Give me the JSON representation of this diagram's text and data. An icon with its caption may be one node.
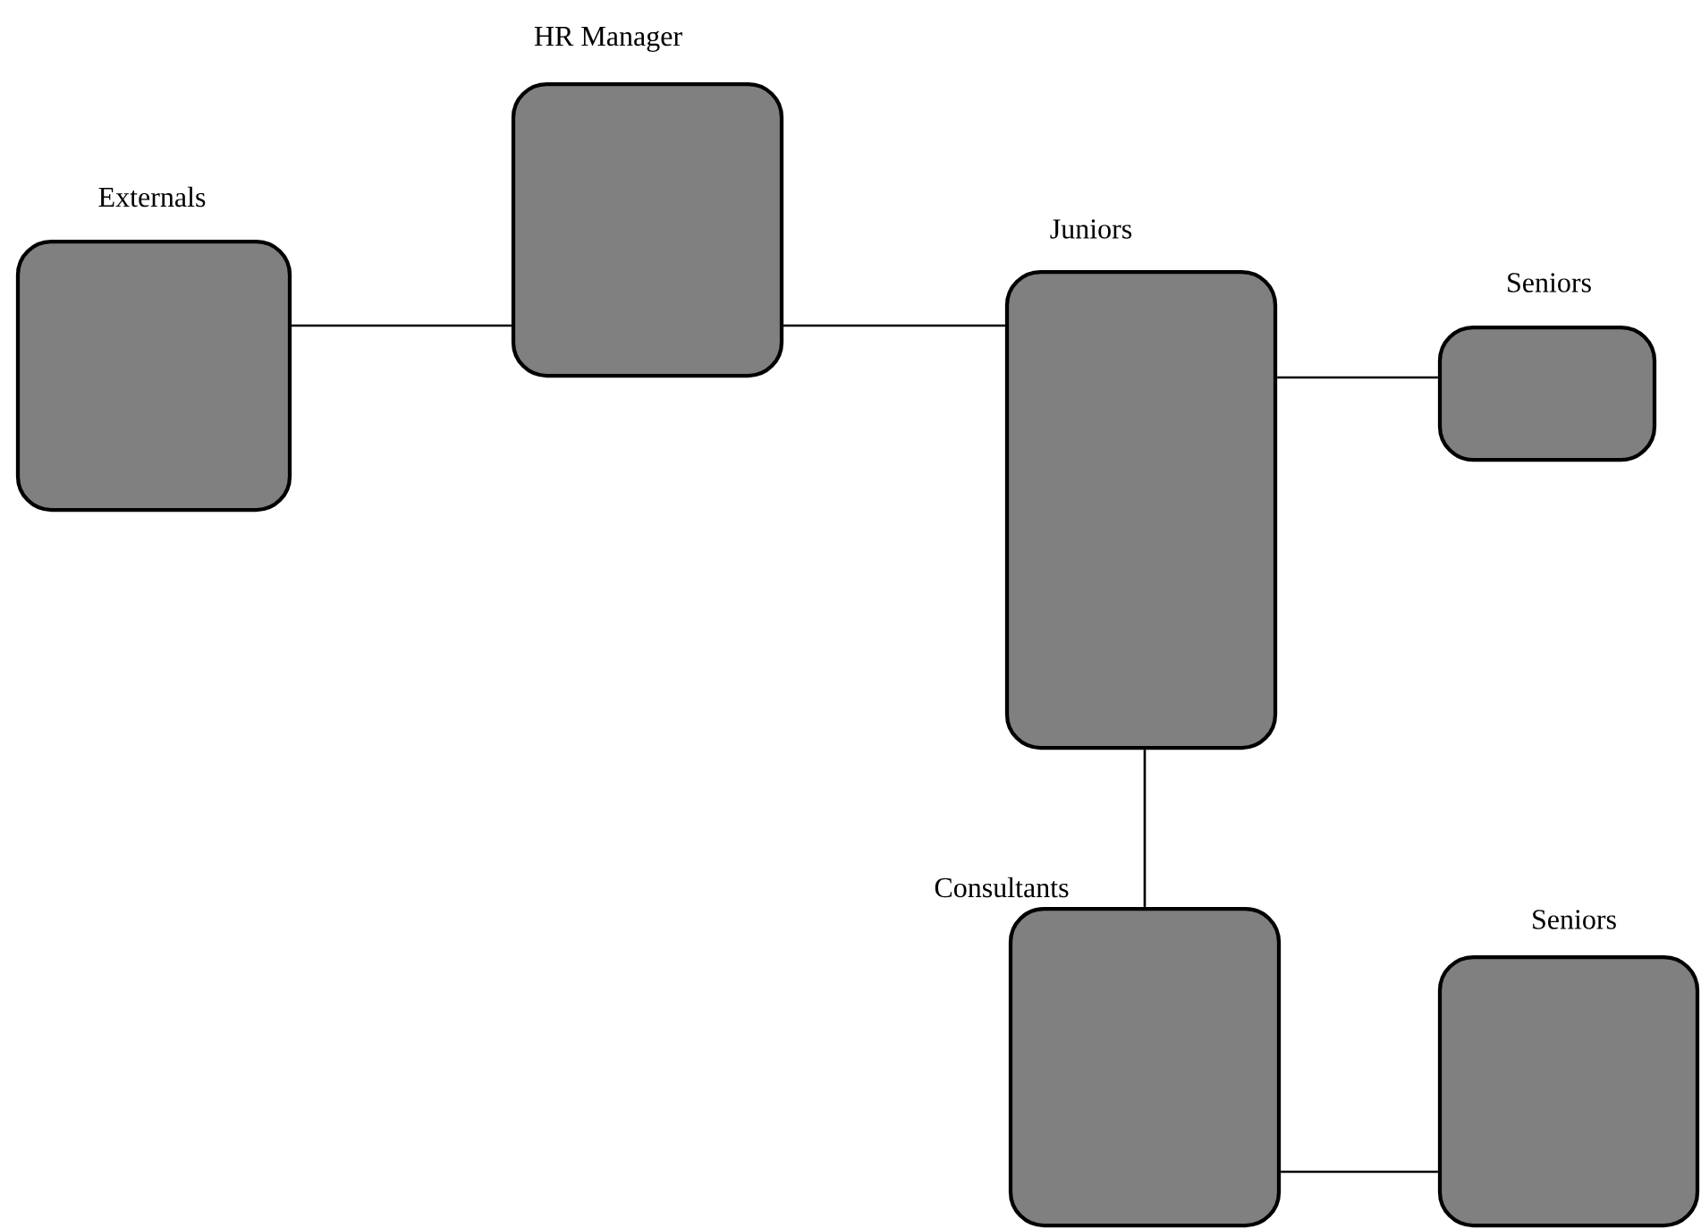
{
  "diagram": {
    "nodes": [
      {
        "text": [
          "Externals"
        ]
      },
      {
        "text": [
          "HR Manager"
        ]
      },
      {
        "text": [
          "Juniors"
        ]
      },
      {
        "text": [
          "Seniors"
        ]
      },
      {
        "text": [
          "Consultants"
        ]
      },
      {
        "text": [
          "Seniors"
        ]
      }
    ],
    "edges": [
      {
        "from": 0,
        "to": 1,
        "arrow": "none"
      },
      {
        "from": 1,
        "to": 2,
        "arrow": "none"
      },
      {
        "from": 2,
        "to": 3,
        "arrow": "none"
      },
      {
        "from": 2,
        "to": 4,
        "arrow": "none"
      },
      {
        "from": 4,
        "to": 5,
        "arrow": "none"
      }
    ]
  }
}
